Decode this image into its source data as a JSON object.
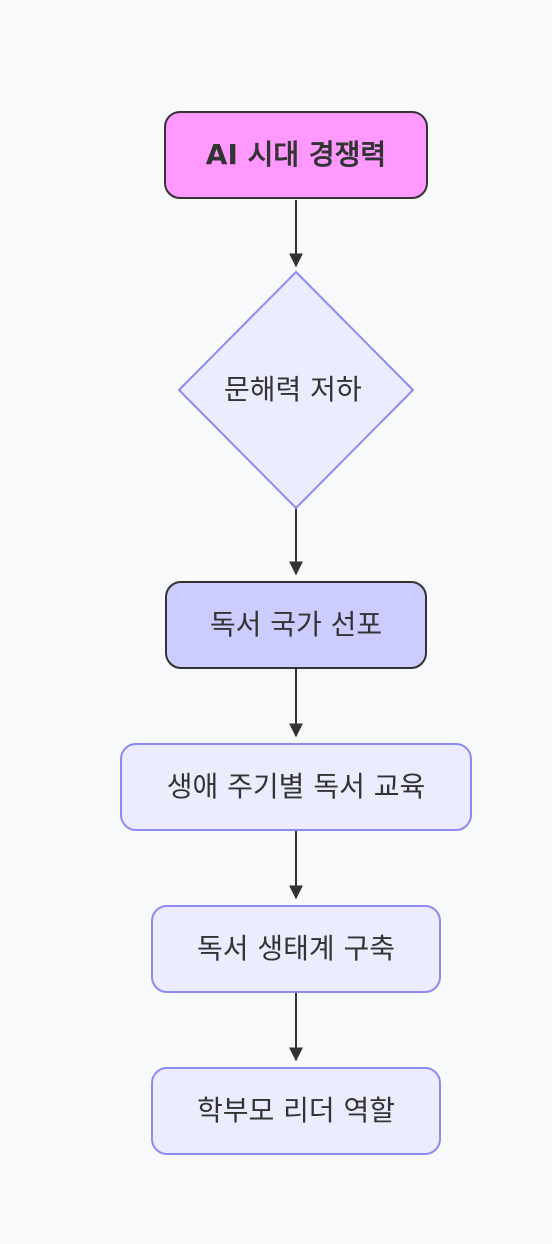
{
  "nodes": {
    "ai_era": {
      "label": "AI 시대 경쟁력",
      "fill": "#ff99ff",
      "stroke": "#333333",
      "bold": true
    },
    "literacy": {
      "label": "문해력 저하",
      "fill": "#ececff",
      "stroke": "#9370db"
    },
    "reading_nation": {
      "label": "독서 국가 선포",
      "fill": "#ccccff",
      "stroke": "#333333"
    },
    "lifecycle_edu": {
      "label": "생애 주기별 독서 교육",
      "fill": "#ececff",
      "stroke": "#9370db"
    },
    "ecosystem": {
      "label": "독서 생태계 구축",
      "fill": "#ececff",
      "stroke": "#9370db"
    },
    "parent_leader": {
      "label": "학부모 리더 역할",
      "fill": "#ececff",
      "stroke": "#9370db"
    }
  },
  "edges": [
    [
      "ai_era",
      "literacy"
    ],
    [
      "literacy",
      "reading_nation"
    ],
    [
      "reading_nation",
      "lifecycle_edu"
    ],
    [
      "lifecycle_edu",
      "ecosystem"
    ],
    [
      "ecosystem",
      "parent_leader"
    ]
  ],
  "colors": {
    "background": "#f8f9fb",
    "edge": "#333333",
    "text": "#333333"
  }
}
